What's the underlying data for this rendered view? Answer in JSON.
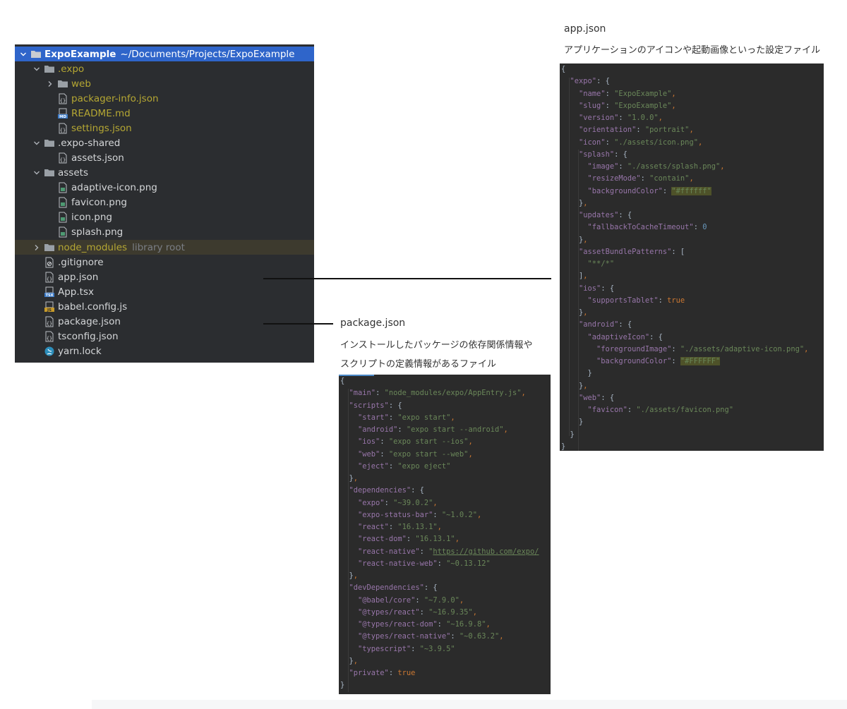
{
  "tree": {
    "root": {
      "name": "ExpoExample",
      "path": "~/Documents/Projects/ExpoExample"
    },
    "folders": {
      "expo": ".expo",
      "web": "web",
      "expo_shared": ".expo-shared",
      "assets": "assets",
      "node_modules": "node_modules",
      "library_root": "library root"
    },
    "files": {
      "packager_info": "packager-info.json",
      "readme": "README.md",
      "settings": "settings.json",
      "shared_assets": "assets.json",
      "adaptive_icon": "adaptive-icon.png",
      "favicon": "favicon.png",
      "icon": "icon.png",
      "splash": "splash.png",
      "gitignore": ".gitignore",
      "app_json": "app.json",
      "app_tsx": "App.tsx",
      "babel": "babel.config.js",
      "package_json": "package.json",
      "tsconfig": "tsconfig.json",
      "yarn_lock": "yarn.lock"
    },
    "icon_badges": {
      "md": "MD",
      "tsx": "TSX",
      "js": "JS"
    }
  },
  "captions": {
    "app_json": {
      "title": "app.json",
      "desc": "アプリケーションのアイコンや起動画像といった設定ファイル"
    },
    "package_json": {
      "title": "package.json",
      "desc1": "インストールしたパッケージの依存関係情報や",
      "desc2": "スクリプトの定義情報があるファイル"
    }
  },
  "code": {
    "app": [
      [
        {
          "t": "p",
          "v": "{"
        }
      ],
      [
        {
          "t": "s",
          "v": "  "
        },
        {
          "t": "k",
          "v": "\"expo\""
        },
        {
          "t": "p",
          "v": ": {"
        }
      ],
      [
        {
          "t": "s",
          "v": "    "
        },
        {
          "t": "k",
          "v": "\"name\""
        },
        {
          "t": "p",
          "v": ": "
        },
        {
          "t": "v",
          "v": "\"ExpoExample\""
        },
        {
          "t": "o",
          "v": ","
        }
      ],
      [
        {
          "t": "s",
          "v": "    "
        },
        {
          "t": "k",
          "v": "\"slug\""
        },
        {
          "t": "p",
          "v": ": "
        },
        {
          "t": "v",
          "v": "\"ExpoExample\""
        },
        {
          "t": "o",
          "v": ","
        }
      ],
      [
        {
          "t": "s",
          "v": "    "
        },
        {
          "t": "k",
          "v": "\"version\""
        },
        {
          "t": "p",
          "v": ": "
        },
        {
          "t": "v",
          "v": "\"1.0.0\""
        },
        {
          "t": "o",
          "v": ","
        }
      ],
      [
        {
          "t": "s",
          "v": "    "
        },
        {
          "t": "k",
          "v": "\"orientation\""
        },
        {
          "t": "p",
          "v": ": "
        },
        {
          "t": "v",
          "v": "\"portrait\""
        },
        {
          "t": "o",
          "v": ","
        }
      ],
      [
        {
          "t": "s",
          "v": "    "
        },
        {
          "t": "k",
          "v": "\"icon\""
        },
        {
          "t": "p",
          "v": ": "
        },
        {
          "t": "v",
          "v": "\"./assets/icon.png\""
        },
        {
          "t": "o",
          "v": ","
        }
      ],
      [
        {
          "t": "s",
          "v": "    "
        },
        {
          "t": "k",
          "v": "\"splash\""
        },
        {
          "t": "p",
          "v": ": {"
        }
      ],
      [
        {
          "t": "s",
          "v": "      "
        },
        {
          "t": "k",
          "v": "\"image\""
        },
        {
          "t": "p",
          "v": ": "
        },
        {
          "t": "v",
          "v": "\"./assets/splash.png\""
        },
        {
          "t": "o",
          "v": ","
        }
      ],
      [
        {
          "t": "s",
          "v": "      "
        },
        {
          "t": "k",
          "v": "\"resizeMode\""
        },
        {
          "t": "p",
          "v": ": "
        },
        {
          "t": "v",
          "v": "\"contain\""
        },
        {
          "t": "o",
          "v": ","
        }
      ],
      [
        {
          "t": "s",
          "v": "      "
        },
        {
          "t": "k",
          "v": "\"backgroundColor\""
        },
        {
          "t": "p",
          "v": ": "
        },
        {
          "t": "h",
          "v": "\"#ffffff\""
        }
      ],
      [
        {
          "t": "s",
          "v": "    "
        },
        {
          "t": "p",
          "v": "}"
        },
        {
          "t": "o",
          "v": ","
        }
      ],
      [
        {
          "t": "s",
          "v": "    "
        },
        {
          "t": "k",
          "v": "\"updates\""
        },
        {
          "t": "p",
          "v": ": {"
        }
      ],
      [
        {
          "t": "s",
          "v": "      "
        },
        {
          "t": "k",
          "v": "\"fallbackToCacheTimeout\""
        },
        {
          "t": "p",
          "v": ": "
        },
        {
          "t": "n",
          "v": "0"
        }
      ],
      [
        {
          "t": "s",
          "v": "    "
        },
        {
          "t": "p",
          "v": "}"
        },
        {
          "t": "o",
          "v": ","
        }
      ],
      [
        {
          "t": "s",
          "v": "    "
        },
        {
          "t": "k",
          "v": "\"assetBundlePatterns\""
        },
        {
          "t": "p",
          "v": ": ["
        }
      ],
      [
        {
          "t": "s",
          "v": "      "
        },
        {
          "t": "v",
          "v": "\"**/*\""
        }
      ],
      [
        {
          "t": "s",
          "v": "    "
        },
        {
          "t": "p",
          "v": "]"
        },
        {
          "t": "o",
          "v": ","
        }
      ],
      [
        {
          "t": "s",
          "v": "    "
        },
        {
          "t": "k",
          "v": "\"ios\""
        },
        {
          "t": "p",
          "v": ": {"
        }
      ],
      [
        {
          "t": "s",
          "v": "      "
        },
        {
          "t": "k",
          "v": "\"supportsTablet\""
        },
        {
          "t": "p",
          "v": ": "
        },
        {
          "t": "b",
          "v": "true"
        }
      ],
      [
        {
          "t": "s",
          "v": "    "
        },
        {
          "t": "p",
          "v": "}"
        },
        {
          "t": "o",
          "v": ","
        }
      ],
      [
        {
          "t": "s",
          "v": "    "
        },
        {
          "t": "k",
          "v": "\"android\""
        },
        {
          "t": "p",
          "v": ": {"
        }
      ],
      [
        {
          "t": "s",
          "v": "      "
        },
        {
          "t": "k",
          "v": "\"adaptiveIcon\""
        },
        {
          "t": "p",
          "v": ": {"
        }
      ],
      [
        {
          "t": "s",
          "v": "        "
        },
        {
          "t": "k",
          "v": "\"foregroundImage\""
        },
        {
          "t": "p",
          "v": ": "
        },
        {
          "t": "v",
          "v": "\"./assets/adaptive-icon.png\""
        },
        {
          "t": "o",
          "v": ","
        }
      ],
      [
        {
          "t": "s",
          "v": "        "
        },
        {
          "t": "k",
          "v": "\"backgroundColor\""
        },
        {
          "t": "p",
          "v": ": "
        },
        {
          "t": "h",
          "v": "\"#FFFFFF\""
        }
      ],
      [
        {
          "t": "s",
          "v": "      "
        },
        {
          "t": "p",
          "v": "}"
        }
      ],
      [
        {
          "t": "s",
          "v": "    "
        },
        {
          "t": "p",
          "v": "}"
        },
        {
          "t": "o",
          "v": ","
        }
      ],
      [
        {
          "t": "s",
          "v": "    "
        },
        {
          "t": "k",
          "v": "\"web\""
        },
        {
          "t": "p",
          "v": ": {"
        }
      ],
      [
        {
          "t": "s",
          "v": "      "
        },
        {
          "t": "k",
          "v": "\"favicon\""
        },
        {
          "t": "p",
          "v": ": "
        },
        {
          "t": "v",
          "v": "\"./assets/favicon.png\""
        }
      ],
      [
        {
          "t": "s",
          "v": "    "
        },
        {
          "t": "p",
          "v": "}"
        }
      ],
      [
        {
          "t": "s",
          "v": "  "
        },
        {
          "t": "p",
          "v": "}"
        }
      ],
      [
        {
          "t": "p",
          "v": "}"
        }
      ]
    ],
    "pkg": [
      [
        {
          "t": "p",
          "v": "{"
        }
      ],
      [
        {
          "t": "s",
          "v": "  "
        },
        {
          "t": "k",
          "v": "\"main\""
        },
        {
          "t": "p",
          "v": ": "
        },
        {
          "t": "v",
          "v": "\"node_modules/expo/AppEntry.js\""
        },
        {
          "t": "o",
          "v": ","
        }
      ],
      [
        {
          "t": "s",
          "v": "  "
        },
        {
          "t": "k",
          "v": "\"scripts\""
        },
        {
          "t": "p",
          "v": ": {"
        }
      ],
      [
        {
          "t": "s",
          "v": "    "
        },
        {
          "t": "k",
          "v": "\"start\""
        },
        {
          "t": "p",
          "v": ": "
        },
        {
          "t": "v",
          "v": "\"expo start\""
        },
        {
          "t": "o",
          "v": ","
        }
      ],
      [
        {
          "t": "s",
          "v": "    "
        },
        {
          "t": "k",
          "v": "\"android\""
        },
        {
          "t": "p",
          "v": ": "
        },
        {
          "t": "v",
          "v": "\"expo start --android\""
        },
        {
          "t": "o",
          "v": ","
        }
      ],
      [
        {
          "t": "s",
          "v": "    "
        },
        {
          "t": "k",
          "v": "\"ios\""
        },
        {
          "t": "p",
          "v": ": "
        },
        {
          "t": "v",
          "v": "\"expo start --ios\""
        },
        {
          "t": "o",
          "v": ","
        }
      ],
      [
        {
          "t": "s",
          "v": "    "
        },
        {
          "t": "k",
          "v": "\"web\""
        },
        {
          "t": "p",
          "v": ": "
        },
        {
          "t": "v",
          "v": "\"expo start --web\""
        },
        {
          "t": "o",
          "v": ","
        }
      ],
      [
        {
          "t": "s",
          "v": "    "
        },
        {
          "t": "k",
          "v": "\"eject\""
        },
        {
          "t": "p",
          "v": ": "
        },
        {
          "t": "v",
          "v": "\"expo eject\""
        }
      ],
      [
        {
          "t": "s",
          "v": "  "
        },
        {
          "t": "p",
          "v": "}"
        },
        {
          "t": "o",
          "v": ","
        }
      ],
      [
        {
          "t": "s",
          "v": "  "
        },
        {
          "t": "k",
          "v": "\"dependencies\""
        },
        {
          "t": "p",
          "v": ": {"
        }
      ],
      [
        {
          "t": "s",
          "v": "    "
        },
        {
          "t": "k",
          "v": "\"expo\""
        },
        {
          "t": "p",
          "v": ": "
        },
        {
          "t": "v",
          "v": "\"~39.0.2\""
        },
        {
          "t": "o",
          "v": ","
        }
      ],
      [
        {
          "t": "s",
          "v": "    "
        },
        {
          "t": "k",
          "v": "\"expo-status-bar\""
        },
        {
          "t": "p",
          "v": ": "
        },
        {
          "t": "v",
          "v": "\"~1.0.2\""
        },
        {
          "t": "o",
          "v": ","
        }
      ],
      [
        {
          "t": "s",
          "v": "    "
        },
        {
          "t": "k",
          "v": "\"react\""
        },
        {
          "t": "p",
          "v": ": "
        },
        {
          "t": "v",
          "v": "\"16.13.1\""
        },
        {
          "t": "o",
          "v": ","
        }
      ],
      [
        {
          "t": "s",
          "v": "    "
        },
        {
          "t": "k",
          "v": "\"react-dom\""
        },
        {
          "t": "p",
          "v": ": "
        },
        {
          "t": "v",
          "v": "\"16.13.1\""
        },
        {
          "t": "o",
          "v": ","
        }
      ],
      [
        {
          "t": "s",
          "v": "    "
        },
        {
          "t": "k",
          "v": "\"react-native\""
        },
        {
          "t": "p",
          "v": ": "
        },
        {
          "t": "v",
          "v": "\""
        },
        {
          "t": "u",
          "v": "https://github.com/expo/"
        }
      ],
      [
        {
          "t": "s",
          "v": "    "
        },
        {
          "t": "k",
          "v": "\"react-native-web\""
        },
        {
          "t": "p",
          "v": ": "
        },
        {
          "t": "v",
          "v": "\"~0.13.12\""
        }
      ],
      [
        {
          "t": "s",
          "v": "  "
        },
        {
          "t": "p",
          "v": "}"
        },
        {
          "t": "o",
          "v": ","
        }
      ],
      [
        {
          "t": "s",
          "v": "  "
        },
        {
          "t": "k",
          "v": "\"devDependencies\""
        },
        {
          "t": "p",
          "v": ": {"
        }
      ],
      [
        {
          "t": "s",
          "v": "    "
        },
        {
          "t": "k",
          "v": "\"@babel/core\""
        },
        {
          "t": "p",
          "v": ": "
        },
        {
          "t": "v",
          "v": "\"~7.9.0\""
        },
        {
          "t": "o",
          "v": ","
        }
      ],
      [
        {
          "t": "s",
          "v": "    "
        },
        {
          "t": "k",
          "v": "\"@types/react\""
        },
        {
          "t": "p",
          "v": ": "
        },
        {
          "t": "v",
          "v": "\"~16.9.35\""
        },
        {
          "t": "o",
          "v": ","
        }
      ],
      [
        {
          "t": "s",
          "v": "    "
        },
        {
          "t": "k",
          "v": "\"@types/react-dom\""
        },
        {
          "t": "p",
          "v": ": "
        },
        {
          "t": "v",
          "v": "\"~16.9.8\""
        },
        {
          "t": "o",
          "v": ","
        }
      ],
      [
        {
          "t": "s",
          "v": "    "
        },
        {
          "t": "k",
          "v": "\"@types/react-native\""
        },
        {
          "t": "p",
          "v": ": "
        },
        {
          "t": "v",
          "v": "\"~0.63.2\""
        },
        {
          "t": "o",
          "v": ","
        }
      ],
      [
        {
          "t": "s",
          "v": "    "
        },
        {
          "t": "k",
          "v": "\"typescript\""
        },
        {
          "t": "p",
          "v": ": "
        },
        {
          "t": "v",
          "v": "\"~3.9.5\""
        }
      ],
      [
        {
          "t": "s",
          "v": "  "
        },
        {
          "t": "p",
          "v": "}"
        },
        {
          "t": "o",
          "v": ","
        }
      ],
      [
        {
          "t": "s",
          "v": "  "
        },
        {
          "t": "k",
          "v": "\"private\""
        },
        {
          "t": "p",
          "v": ": "
        },
        {
          "t": "b",
          "v": "true"
        }
      ],
      [
        {
          "t": "p",
          "v": "}"
        }
      ]
    ]
  },
  "colors": {
    "tree_bg": "#2b2d30",
    "selection": "#2f65ca",
    "excluded_row": "#3d3a2e",
    "folder_icon": "#9aa0a6",
    "yellow_text": "#b5a733",
    "code_bg": "#2b2b2b",
    "json_key": "#9876aa",
    "json_string": "#6a8759",
    "json_number": "#6897bb",
    "json_keyword": "#cc7832"
  }
}
